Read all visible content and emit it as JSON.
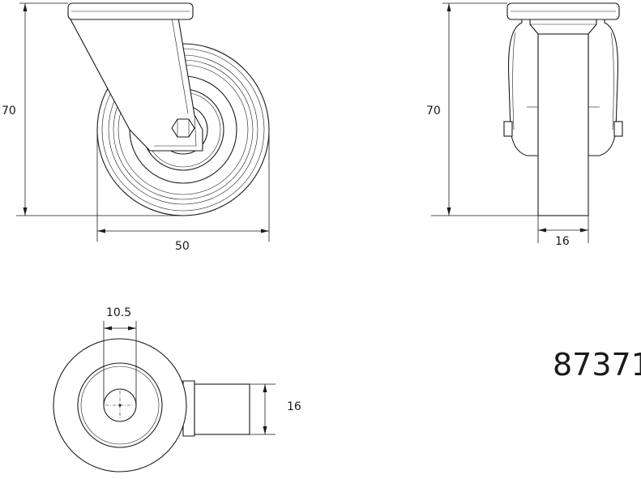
{
  "front_view": {
    "height_label": "70",
    "width_label": "50"
  },
  "side_view": {
    "height_label": "70",
    "width_label": "16"
  },
  "top_view": {
    "bore_label": "10.5",
    "stem_label": "16"
  },
  "part_number": "87371",
  "colors": {
    "line": "#1a1a1a",
    "background": "#ffffff"
  }
}
